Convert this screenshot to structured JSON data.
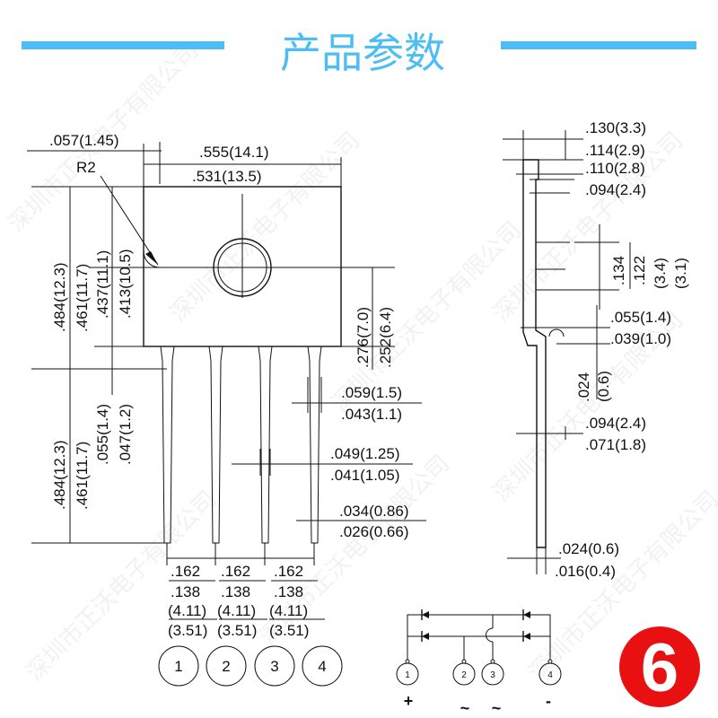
{
  "header": {
    "title": "产品参数",
    "accent": "#4dbdf5"
  },
  "watermark": "深圳市正沃电子有限公司",
  "front_view": {
    "dims": {
      "tab_offset": ".057(1.45)",
      "width_max": ".555(14.1)",
      "width_min": ".531(13.5)",
      "radius": "R2",
      "body_h_max": ".484(12.3)",
      "body_h_min": ".461(11.7)",
      "hole_max": ".437(11.1)",
      "hole_min": ".413(10.5)",
      "hole_to_bottom_max": ".276(7.0)",
      "hole_to_bottom_min": ".252(6.4)",
      "lead_h_max": ".484(12.3)",
      "lead_h_min": ".461(11.7)",
      "shoulder_max": ".055(1.4)",
      "shoulder_min": ".047(1.2)",
      "lead_w_top_max": ".059(1.5)",
      "lead_w_top_min": ".043(1.1)",
      "lead_w_mid_max": ".049(1.25)",
      "lead_w_mid_min": ".041(1.05)",
      "lead_w_tip_max": ".034(0.86)",
      "lead_w_tip_min": ".026(0.66)"
    },
    "pitch": [
      {
        "in_max": ".162",
        "in_min": ".138",
        "mm_max": "(4.11)",
        "mm_min": "(3.51)"
      },
      {
        "in_max": ".162",
        "in_min": ".138",
        "mm_max": "(4.11)",
        "mm_min": "(3.51)"
      },
      {
        "in_max": ".162",
        "in_min": ".138",
        "mm_max": "(4.11)",
        "mm_min": "(3.51)"
      }
    ],
    "pins": [
      "1",
      "2",
      "3",
      "4"
    ]
  },
  "side_view": {
    "dims": {
      "thick_max": ".130(3.3)",
      "thick_min": ".114(2.9)",
      "step_max": ".110(2.8)",
      "step_min": ".094(2.4)",
      "h1": ".134",
      "h2": ".122",
      "h3": "(3.4)",
      "h4": "(3.1)",
      "ledge_max": ".055(1.4)",
      "ledge_min": ".039(1.0)",
      "lead_step_in": ".024",
      "lead_step_mm": "(0.6)",
      "lead_off_max": ".094(2.4)",
      "lead_off_min": ".071(1.8)",
      "lead_t_max": ".024(0.6)",
      "lead_t_min": ".016(0.4)"
    }
  },
  "schematic": {
    "pins": [
      "1",
      "2",
      "3",
      "4"
    ],
    "polarity": [
      "+",
      "~",
      "~",
      "-"
    ]
  },
  "badge": {
    "number": "6",
    "color": "#e81010"
  }
}
